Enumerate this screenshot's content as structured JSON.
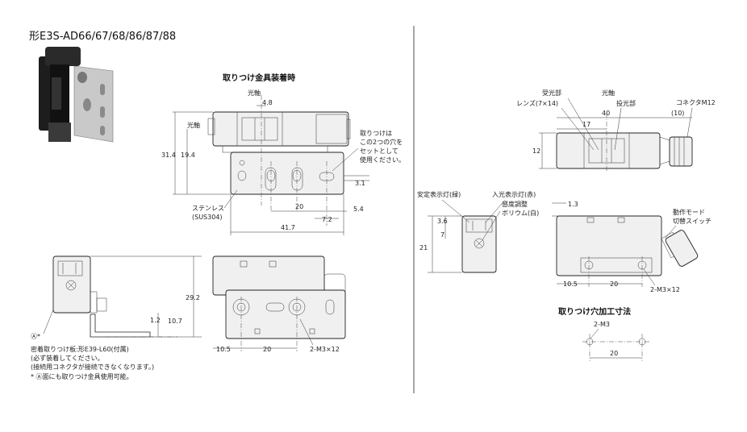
{
  "title": "形E3S-AD66/67/68/86/87/88",
  "headings": {
    "mount": "取りつけ金具装着時",
    "hole": "取りつけ穴加工寸法"
  },
  "labels": {
    "optical_axis_top": "光軸",
    "optical_axis_left": "光軸",
    "dim_4_8": "4.8",
    "dim_31_4": "31.4",
    "dim_19_4": "19.4",
    "note_mount": [
      "取りつけは",
      "この2つの穴を",
      "セットとして",
      "使用ください。"
    ],
    "dim_3_1": "3.1",
    "dim_20_a": "20",
    "dim_5_4": "5.4",
    "dim_7_2": "7.2",
    "stainless": "ステンレス",
    "sus304": "(SUS304)",
    "dim_41_7": "41.7",
    "receiver": "受光部",
    "lens": "レンズ(7×14)",
    "optical_axis_right": "光軸",
    "emitter": "投光部",
    "connector": "コネクタM12",
    "dim_40": "40",
    "dim_10": "(10)",
    "dim_17": "17",
    "dim_12": "12",
    "stable_led": "安定表示灯(緑)",
    "input_led": "入光表示灯(赤)",
    "sensitivity": "感度調整",
    "volume": "ボリウム(白)",
    "dim_1_3": "1.3",
    "mode_switch_1": "動作モード",
    "mode_switch_2": "切替スイッチ",
    "dim_3_6": "3.6",
    "dim_7": "7",
    "dim_21": "21",
    "dim_10_5_r": "10.5",
    "dim_20_r": "20",
    "m3x12_r": "2-M3×12",
    "dim_29_2": "29.2",
    "dim_1_2": "1.2",
    "dim_10_7": "10.7",
    "dim_10_5_l": "10.5",
    "dim_20_l": "20",
    "m3x12_l": "2-M3×12",
    "a_mark": "Ⓐ*",
    "bracket_note_1": "密着取りつけ板:形E39-L60(付属)",
    "bracket_note_2": "(必ず装着してください。",
    "bracket_note_3": "(接続用コネクタが接続できなくなります。)",
    "bracket_note_4": "* Ⓐ面にも取りつけ金具使用可能。",
    "m3": "2-M3",
    "dim_20_hole": "20"
  }
}
